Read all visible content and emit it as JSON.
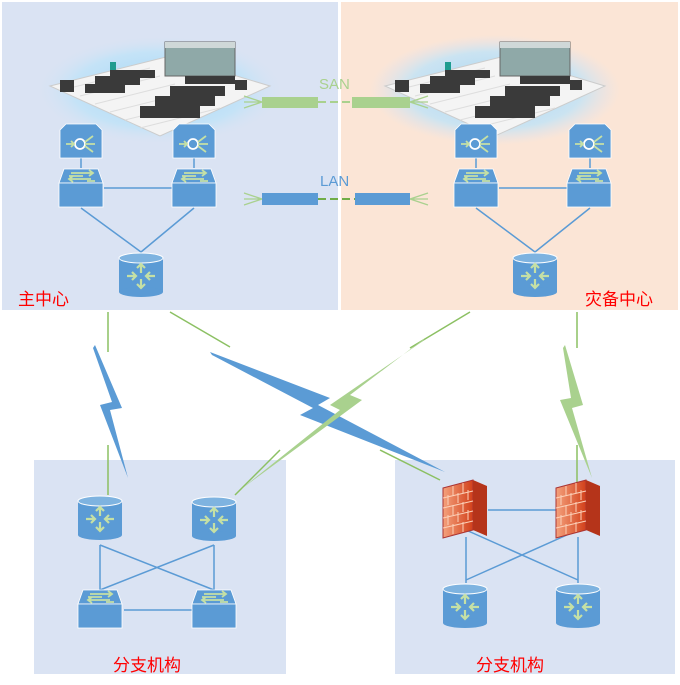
{
  "sites": {
    "main": {
      "label": "主中心"
    },
    "backup": {
      "label": "灾备中心"
    },
    "branch_left": {
      "label": "分支机构"
    },
    "branch_right": {
      "label": "分支机构"
    }
  },
  "links": {
    "san": "SAN",
    "lan": "LAN"
  },
  "colors": {
    "main_bg": "#dae3f3",
    "backup_bg": "#fbe5d6",
    "device": "#5b9bd5",
    "san": "#a9d18e",
    "label": "#ff0000"
  }
}
